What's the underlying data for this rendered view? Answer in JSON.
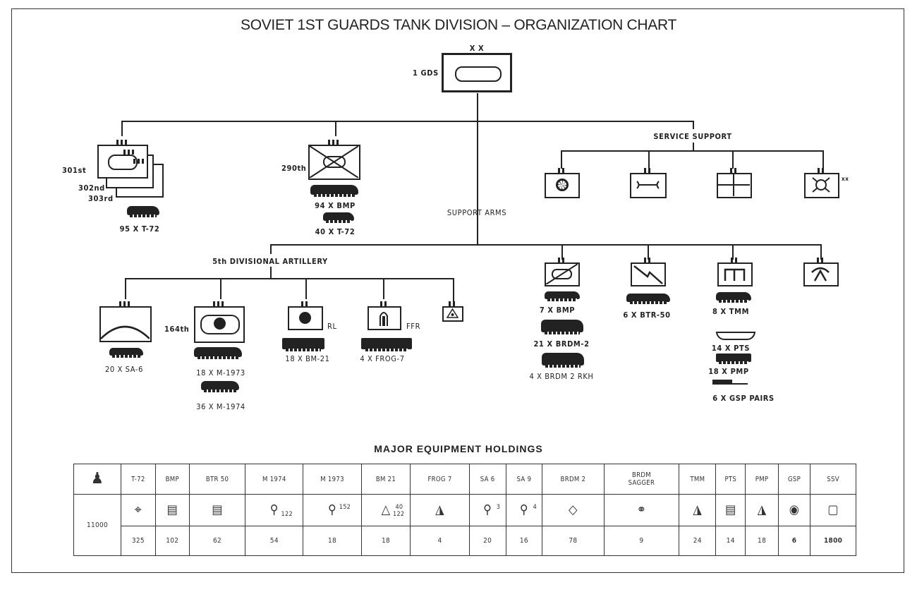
{
  "title": "SOVIET 1ST GUARDS TANK DIVISION – ORGANIZATION CHART",
  "division": {
    "echelon_mark": "X X",
    "label": "1 GDS",
    "symbol": "armor-oval-icon"
  },
  "regiments": [
    {
      "labels": [
        "301st",
        "302nd",
        "303rd"
      ],
      "type": "tank-regiment",
      "equipment": [
        "95 X T-72"
      ]
    },
    {
      "labels": [
        "290th"
      ],
      "type": "motorized-rifle-regiment",
      "equipment": [
        "94 X BMP",
        "40 X T-72"
      ]
    }
  ],
  "service_support": {
    "label": "SERVICE SUPPORT",
    "units": [
      {
        "type": "medical",
        "symbol": "wheel-icon"
      },
      {
        "type": "maintenance",
        "symbol": "wrench-icon"
      },
      {
        "type": "supply-transport",
        "symbol": "grid-icon"
      },
      {
        "type": "chemical",
        "symbol": "chemical-icon",
        "mark": "xx"
      }
    ]
  },
  "support_arms": {
    "label": "SUPPORT ARMS",
    "units": [
      {
        "type": "reconnaissance",
        "equipment": [
          "7 X BMP",
          "21 X BRDM-2",
          "4 X BRDM 2 RKH"
        ]
      },
      {
        "type": "signal",
        "equipment": [
          "6 X BTR-50"
        ]
      },
      {
        "type": "engineer",
        "equipment": [
          "8 X TMM",
          "14 X PTS",
          "18 X PMP",
          "6 X GSP PAIRS"
        ]
      },
      {
        "type": "anti-tank",
        "equipment": []
      }
    ]
  },
  "artillery": {
    "label": "5th DIVISIONAL ARTILLERY",
    "units": [
      {
        "type": "air-defense",
        "label": "",
        "equipment": [
          "20 X SA-6"
        ]
      },
      {
        "type": "artillery-regiment",
        "label": "164th",
        "equipment": [
          "18 X M-1973",
          "36 X M-1974"
        ]
      },
      {
        "type": "rocket-launcher",
        "label": "RL",
        "equipment": [
          "18 X BM-21"
        ]
      },
      {
        "type": "free-flight-rocket",
        "label": "FFR",
        "equipment": [
          "4 X FROG-7"
        ]
      },
      {
        "type": "target-acquisition",
        "label": "",
        "equipment": []
      }
    ]
  },
  "equipment_table": {
    "title": "MAJOR EQUIPMENT HOLDINGS",
    "personnel_icon": "soldier-icon",
    "personnel": "11000",
    "columns": [
      {
        "name": "T-72",
        "icon": "tank-icon",
        "count": "325"
      },
      {
        "name": "BMP",
        "icon": "bmp-icon",
        "count": "102"
      },
      {
        "name": "BTR 50",
        "icon": "btr-icon",
        "count": "62"
      },
      {
        "name": "M 1974",
        "icon": "howitzer-icon",
        "caliber": "122",
        "count": "54"
      },
      {
        "name": "M 1973",
        "icon": "howitzer-icon",
        "caliber": "152",
        "count": "18"
      },
      {
        "name": "BM 21",
        "icon": "mrl-icon",
        "caliber": "122",
        "tubes": "40",
        "count": "18"
      },
      {
        "name": "FROG 7",
        "icon": "rocket-icon",
        "count": "4"
      },
      {
        "name": "SA 6",
        "icon": "sam-icon",
        "rails": "3",
        "count": "20"
      },
      {
        "name": "SA 9",
        "icon": "sam-icon",
        "rails": "4",
        "count": "16"
      },
      {
        "name": "BRDM 2",
        "icon": "recon-icon",
        "count": "78"
      },
      {
        "name": "BRDM SAGGER",
        "icon": "atgm-icon",
        "count": "9"
      },
      {
        "name": "TMM",
        "icon": "bridge-icon",
        "count": "24"
      },
      {
        "name": "PTS",
        "icon": "amphib-icon",
        "count": "14"
      },
      {
        "name": "PMP",
        "icon": "pontoon-icon",
        "count": "18"
      },
      {
        "name": "GSP",
        "icon": "ferry-icon",
        "count": "6"
      },
      {
        "name": "SSV",
        "icon": "truck-icon",
        "count": "1800"
      }
    ]
  }
}
